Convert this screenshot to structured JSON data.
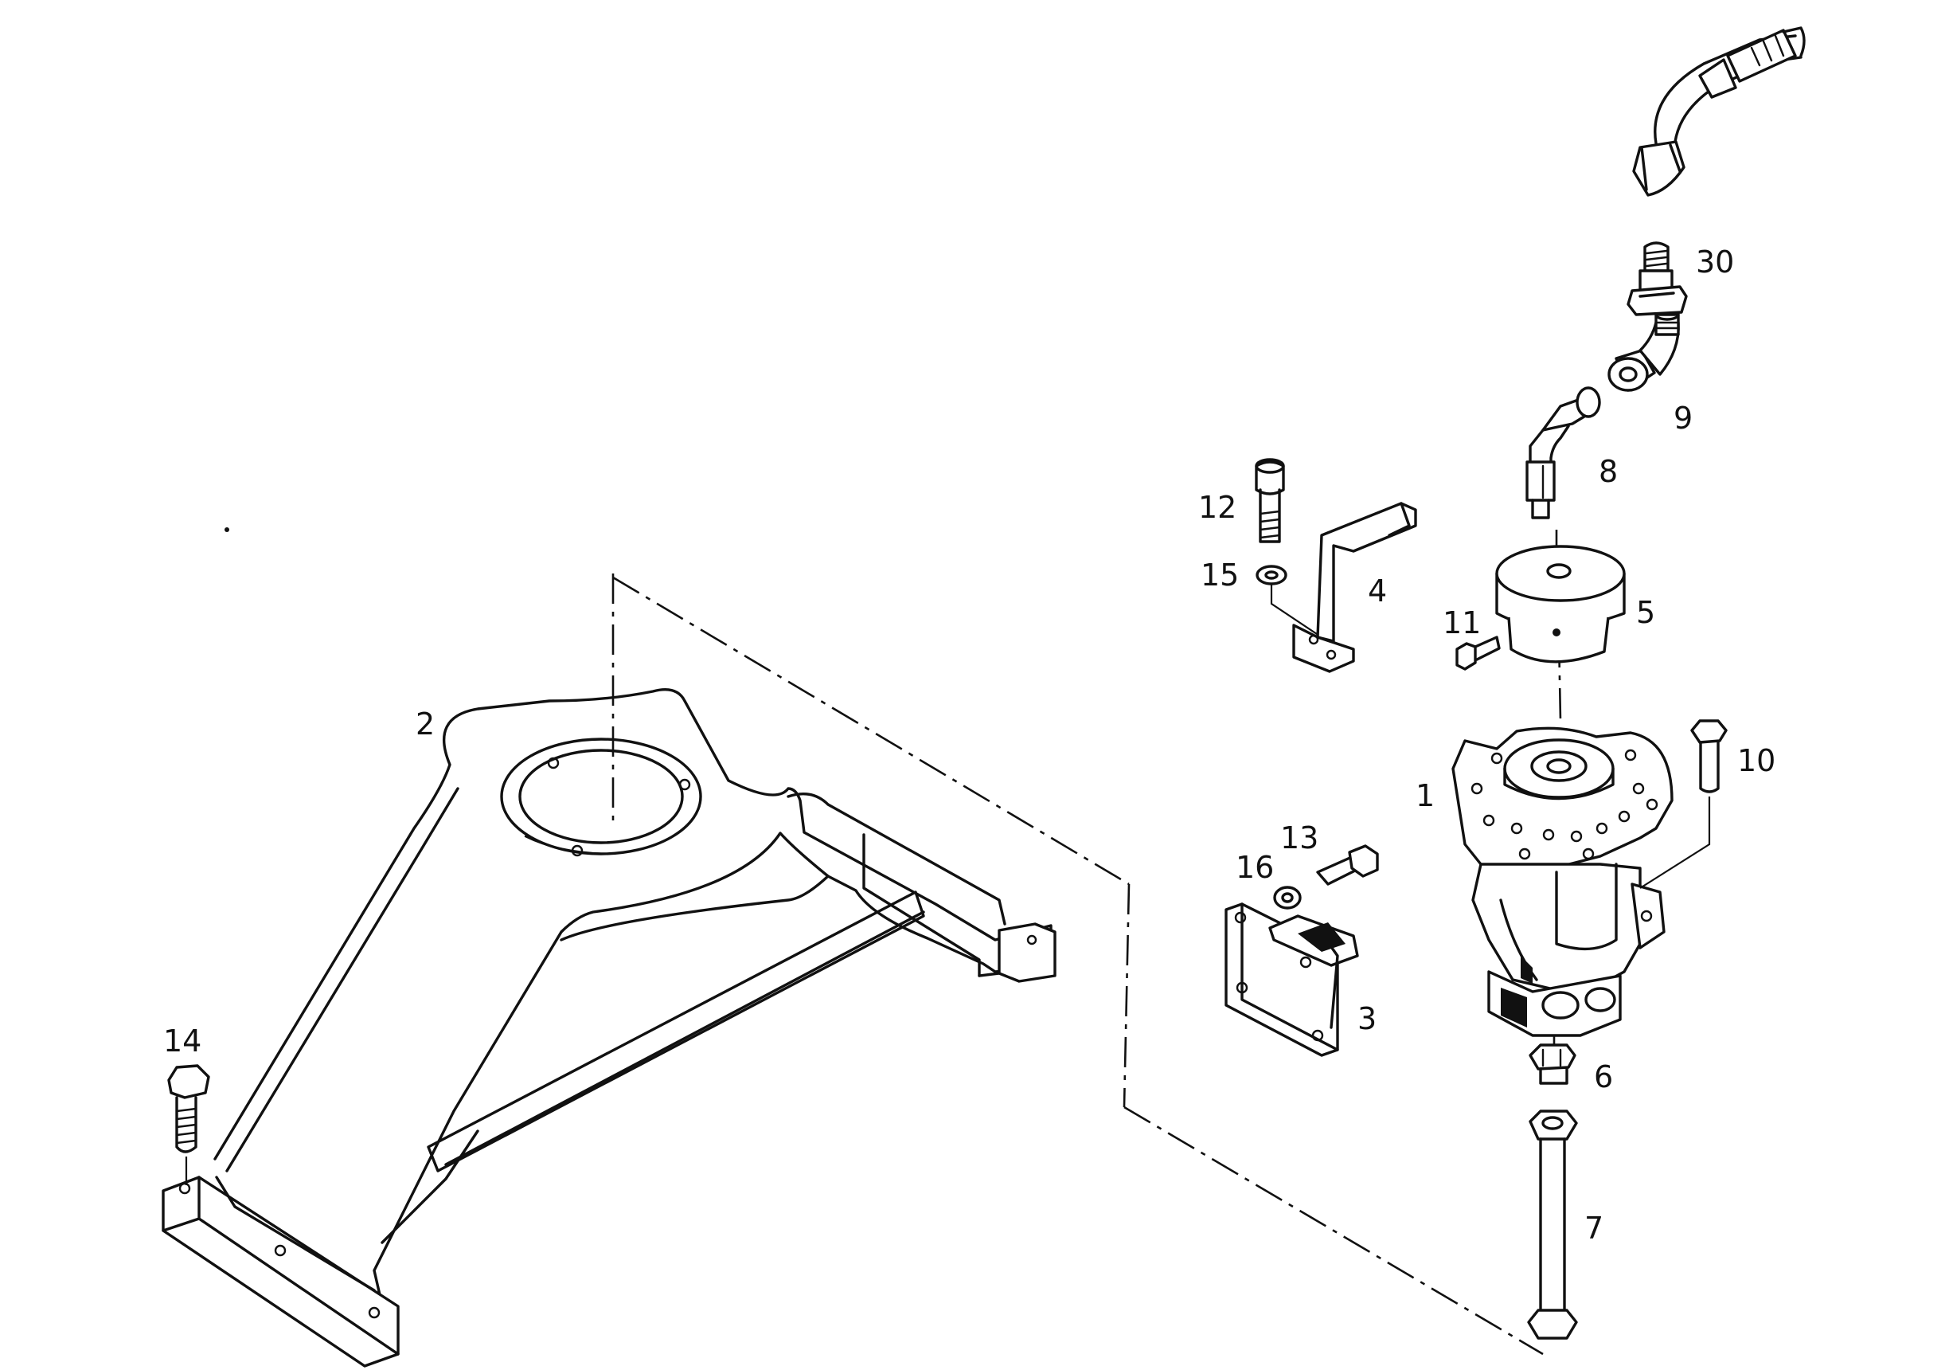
{
  "diagram": {
    "labels": [
      {
        "id": "1",
        "text": "1"
      },
      {
        "id": "2",
        "text": "2"
      },
      {
        "id": "3",
        "text": "3"
      },
      {
        "id": "4",
        "text": "4"
      },
      {
        "id": "5",
        "text": "5"
      },
      {
        "id": "6",
        "text": "6"
      },
      {
        "id": "7",
        "text": "7"
      },
      {
        "id": "8",
        "text": "8"
      },
      {
        "id": "9",
        "text": "9"
      },
      {
        "id": "10",
        "text": "10"
      },
      {
        "id": "11",
        "text": "11"
      },
      {
        "id": "12",
        "text": "12"
      },
      {
        "id": "13",
        "text": "13"
      },
      {
        "id": "14",
        "text": "14"
      },
      {
        "id": "15",
        "text": "15"
      },
      {
        "id": "16",
        "text": "16"
      },
      {
        "id": "30",
        "text": "30"
      }
    ]
  }
}
